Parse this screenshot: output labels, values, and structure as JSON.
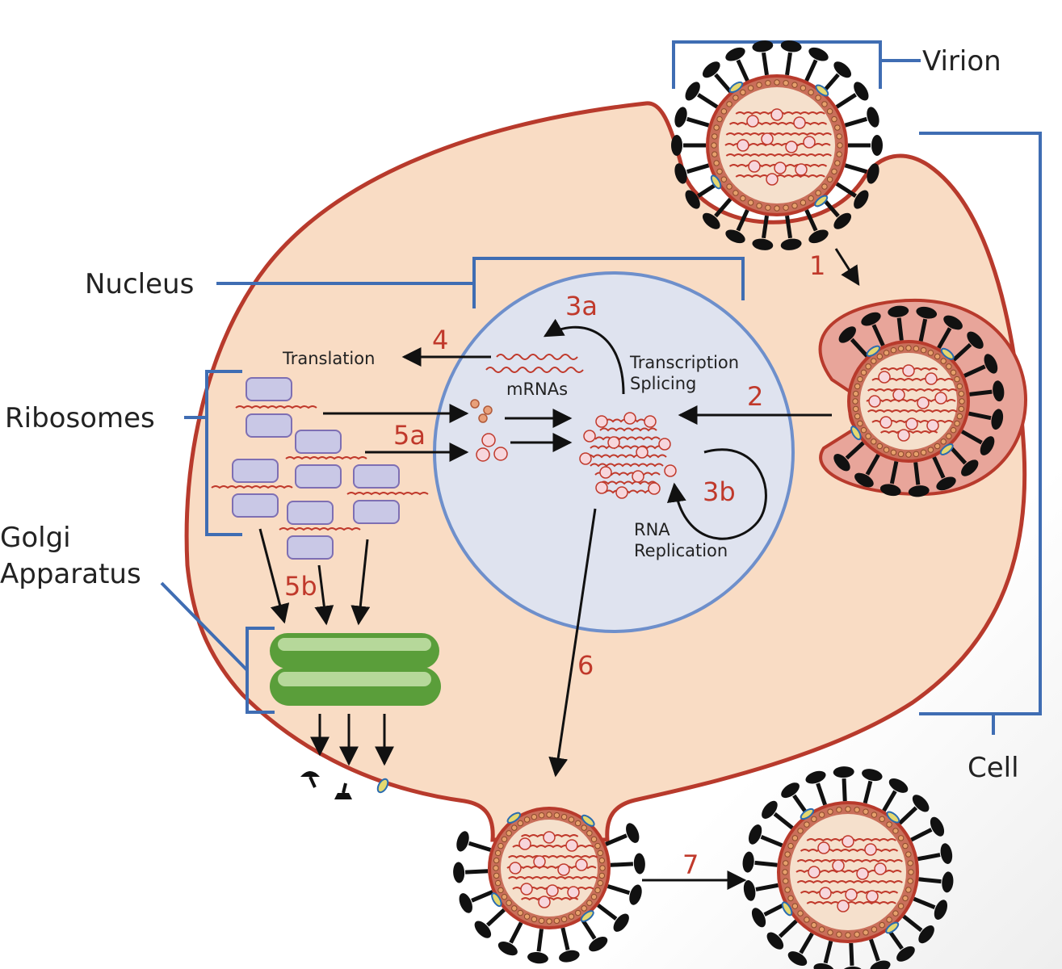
{
  "labels": {
    "virion": "Virion",
    "cell": "Cell",
    "nucleus": "Nucleus",
    "ribosomes": "Ribosomes",
    "golgi_line1": "Golgi",
    "golgi_line2": "Apparatus",
    "translation": "Translation",
    "mrnas": "mRNAs",
    "transcription": "Transcription",
    "splicing": "Splicing",
    "rna": "RNA",
    "replication": "Replication"
  },
  "steps": {
    "s1": "1",
    "s2": "2",
    "s3a": "3a",
    "s3b": "3b",
    "s4": "4",
    "s5a": "5a",
    "s5b": "5b",
    "s6": "6",
    "s7": "7"
  },
  "colors": {
    "cytoplasm": "#f9dcc4",
    "membrane": "#b83a2c",
    "nucleus_fill": "#dfe3ef",
    "nucleus_border": "#6e8fcb",
    "bracket": "#3f6db3",
    "ribosome": "#c9c8e6",
    "golgi": "#5a9e3a",
    "golgi_light": "#b6d89a",
    "step_text": "#c0392b",
    "capsid_inner": "#f5e0cc",
    "endosome": "#e8a59a",
    "spike": "#111111"
  }
}
